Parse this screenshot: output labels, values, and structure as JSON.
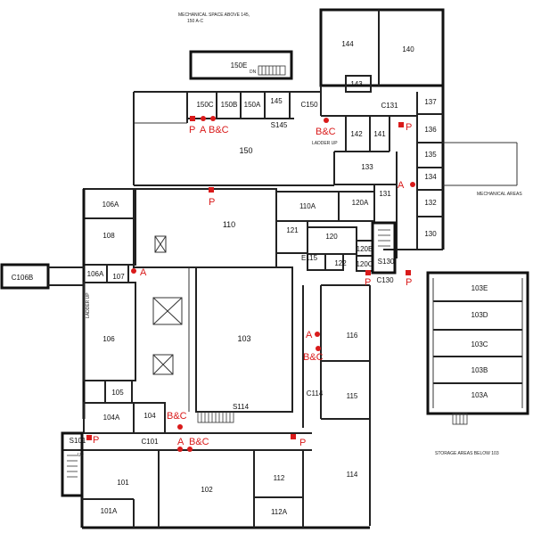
{
  "notes": {
    "mechanical_space": "MECHANICAL SPACE ABOVE 145,",
    "mechanical_space_2": "150 A-C",
    "ladder_up_1": "LADDER UP",
    "ladder_up_2": "LADDER UP",
    "mechanical_areas": "MECHANICAL AREAS",
    "storage_areas": "STORAGE AREAS BELOW 103",
    "up_1": "UP",
    "up_2": "DN"
  },
  "rooms": {
    "r144": "144",
    "r140": "140",
    "r143": "143",
    "r150e": "150E",
    "r150c": "150C",
    "r150b": "150B",
    "r150a": "150A",
    "r145": "145",
    "c150": "C150",
    "c131": "C131",
    "r137": "137",
    "r136": "136",
    "r135": "135",
    "r134": "134",
    "r132": "132",
    "r130": "130",
    "r142": "142",
    "r141": "141",
    "r133": "133",
    "r131": "131",
    "s145": "S145",
    "r150": "150",
    "r106a_top": "106A",
    "r108": "108",
    "r110": "110",
    "r110a": "110A",
    "r120a": "120A",
    "r121": "121",
    "r120": "120",
    "r120b": "120B",
    "r120c": "120C",
    "e115": "E115",
    "r122": "122",
    "s130": "S130",
    "c130": "C130",
    "c106b": "C106B",
    "r106a": "106A",
    "r107": "107",
    "r103": "103",
    "r116": "116",
    "r106": "106",
    "r105": "105",
    "r104a": "104A",
    "r104": "104",
    "s114": "S114",
    "c114": "C114",
    "r115": "115",
    "s101": "S101",
    "c101": "C101",
    "r101": "101",
    "r102": "102",
    "r112": "112",
    "r114": "114",
    "r101a": "101A",
    "r112a": "112A",
    "r103e": "103E",
    "r103d": "103D",
    "r103c": "103C",
    "r103b": "103B",
    "r103a": "103A"
  },
  "markers": {
    "m1": "P",
    "m2": "A",
    "m3": "B&C",
    "m4": "B&C",
    "m5": "P",
    "m6": "P",
    "m7": "A",
    "m8": "A",
    "m9": "P",
    "m10": "P",
    "m11": "A",
    "m12": "B&C",
    "m13": "B&C",
    "m14": "A",
    "m15": "B&C",
    "m16": "P",
    "m17": "P"
  },
  "colors": {
    "marker": "#d91a1a",
    "wall": "#222222"
  }
}
